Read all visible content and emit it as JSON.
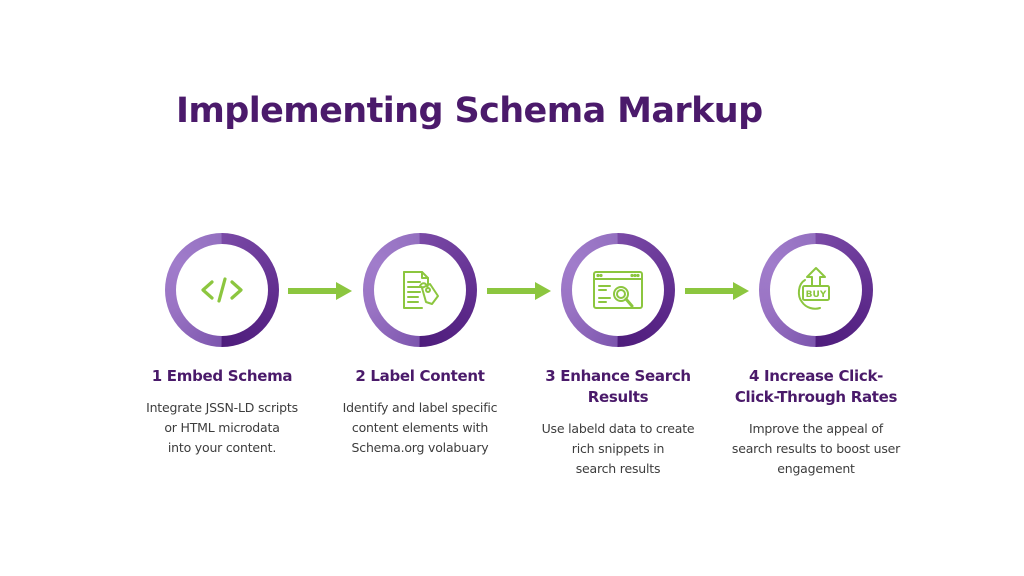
{
  "title": "Implementing Schema Markup",
  "colors": {
    "title": "#4b1a6b",
    "heading": "#4a1a6a",
    "body_text": "#3d3d3d",
    "ring_light": "#a07ccb",
    "ring_dark": "#4e1d7c",
    "accent_green": "#8cc63f"
  },
  "steps": [
    {
      "number": "1",
      "heading_lines": [
        "1 Embed Schema"
      ],
      "description_lines": [
        "Integrate JSSN-LD scripts",
        "or HTML microdata",
        "into your content."
      ],
      "icon": "code-brackets-icon"
    },
    {
      "number": "2",
      "heading_lines": [
        "2 Label Content"
      ],
      "description_lines": [
        "Identify and label specific",
        "content elements with",
        "Schema.org volabuary"
      ],
      "icon": "document-tag-icon"
    },
    {
      "number": "3",
      "heading_lines": [
        "3 Enhance Search",
        "Results"
      ],
      "description_lines": [
        "Use labeld data to create",
        "rich snippets in",
        "search results"
      ],
      "icon": "browser-search-icon"
    },
    {
      "number": "4",
      "heading_lines": [
        "4 Increase Click-",
        "Click-Through Rates"
      ],
      "description_lines": [
        "Improve the appeal of",
        "search results to boost user",
        "engagement"
      ],
      "icon": "buy-upload-icon",
      "icon_text": "BUY"
    }
  ],
  "connectors": [
    "arrow-right-icon",
    "arrow-right-icon",
    "arrow-right-icon"
  ]
}
